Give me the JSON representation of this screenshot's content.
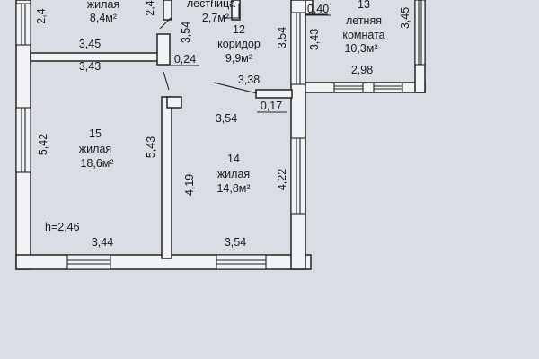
{
  "plan": {
    "background": "#d9dee4",
    "wall_color": "#222222",
    "wall_fill": "#f1f3f5"
  },
  "rooms": {
    "room_top_left": {
      "type": "жилая",
      "area": "8,4м²"
    },
    "room_stair": {
      "type": "лестница",
      "area": "2,7м²"
    },
    "room_12": {
      "number": "12",
      "type": "коридор",
      "area": "9,9м²"
    },
    "room_13": {
      "number": "13",
      "type_line1": "летняя",
      "type_line2": "комната",
      "area": "10,3м²"
    },
    "room_15": {
      "number": "15",
      "type": "жилая",
      "area": "18,6м²"
    },
    "room_14": {
      "number": "14",
      "type": "жилая",
      "area": "14,8м²"
    }
  },
  "dimensions": {
    "top_left_vertical": "2,4",
    "left_of_stair_vertical": "2,4",
    "stair_right_vertical": "3,54",
    "corridor_right_vertical": "3,54",
    "r13_left_vertical": "3,43",
    "r13_right_vertical": "3,45",
    "r13_top_gap": "0,40",
    "r13_bottom": "2,98",
    "wall_top_345": "3,45",
    "wall_under_343": "3,43",
    "stub_024": "0,24",
    "corridor_bottom_338": "3,38",
    "stub_017": "0,17",
    "r14_top": "3,54",
    "r15_left_vertical": "5,42",
    "r15_right_vertical": "5,43",
    "r14_left_vertical": "4,19",
    "r14_right_vertical": "4,22",
    "r15_bottom": "3,44",
    "r14_bottom": "3,54",
    "ceiling_height": "h=2,46"
  }
}
